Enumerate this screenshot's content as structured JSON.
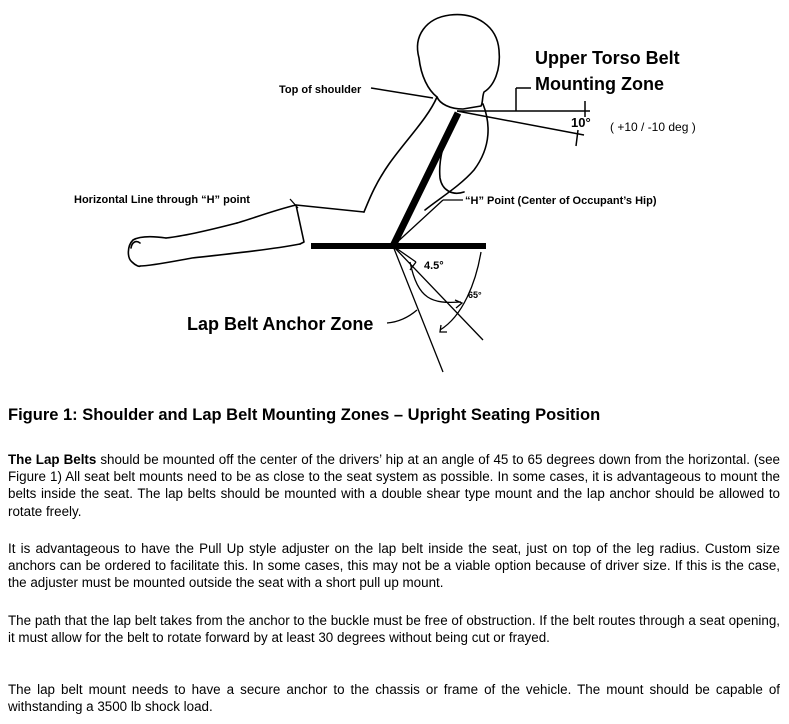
{
  "figure": {
    "labels": {
      "upper_torso_line1": "Upper Torso Belt",
      "upper_torso_line2": "Mounting Zone",
      "top_of_shoulder": "Top of shoulder",
      "ten_degrees": "10°",
      "range": "( +10 / -10 deg )",
      "horizontal_line": "Horizontal Line through “H” point",
      "h_point": "“H” Point (Center of Occupant’s Hip)",
      "angle_45": "4.5°",
      "angle_65": "65°",
      "lap_belt_zone": "Lap Belt Anchor Zone"
    }
  },
  "caption": "Figure 1:  Shoulder and Lap Belt Mounting Zones – Upright Seating Position",
  "paragraphs": {
    "p1_bold": "The Lap Belts",
    "p1_rest": " should be mounted off the center of the drivers’ hip at an angle of 45 to 65 degrees down from the horizontal. (see Figure 1)  All seat belt mounts need to be as close to the seat system as possible.  In some cases, it is advantageous to mount the belts inside the seat.  The lap belts should be mounted with a double shear type mount and the lap anchor should be allowed to rotate freely.",
    "p2": "It is advantageous to have the Pull Up style adjuster on the lap belt inside the seat, just on top of the leg radius.  Custom size anchors can be ordered to facilitate this.  In some cases, this may not be a viable option because of driver size.  If this is the case, the adjuster must be mounted outside the seat with a short pull up mount.",
    "p3": "The path that the lap belt takes from the anchor to the buckle must be free of obstruction.  If the belt routes through a seat opening, it must allow for the belt to rotate forward by at least 30 degrees without being cut or frayed.",
    "p4": "The lap belt mount needs to have a secure anchor to the chassis or frame of the vehicle.  The mount should be capable of withstanding a 3500 lb shock load."
  }
}
